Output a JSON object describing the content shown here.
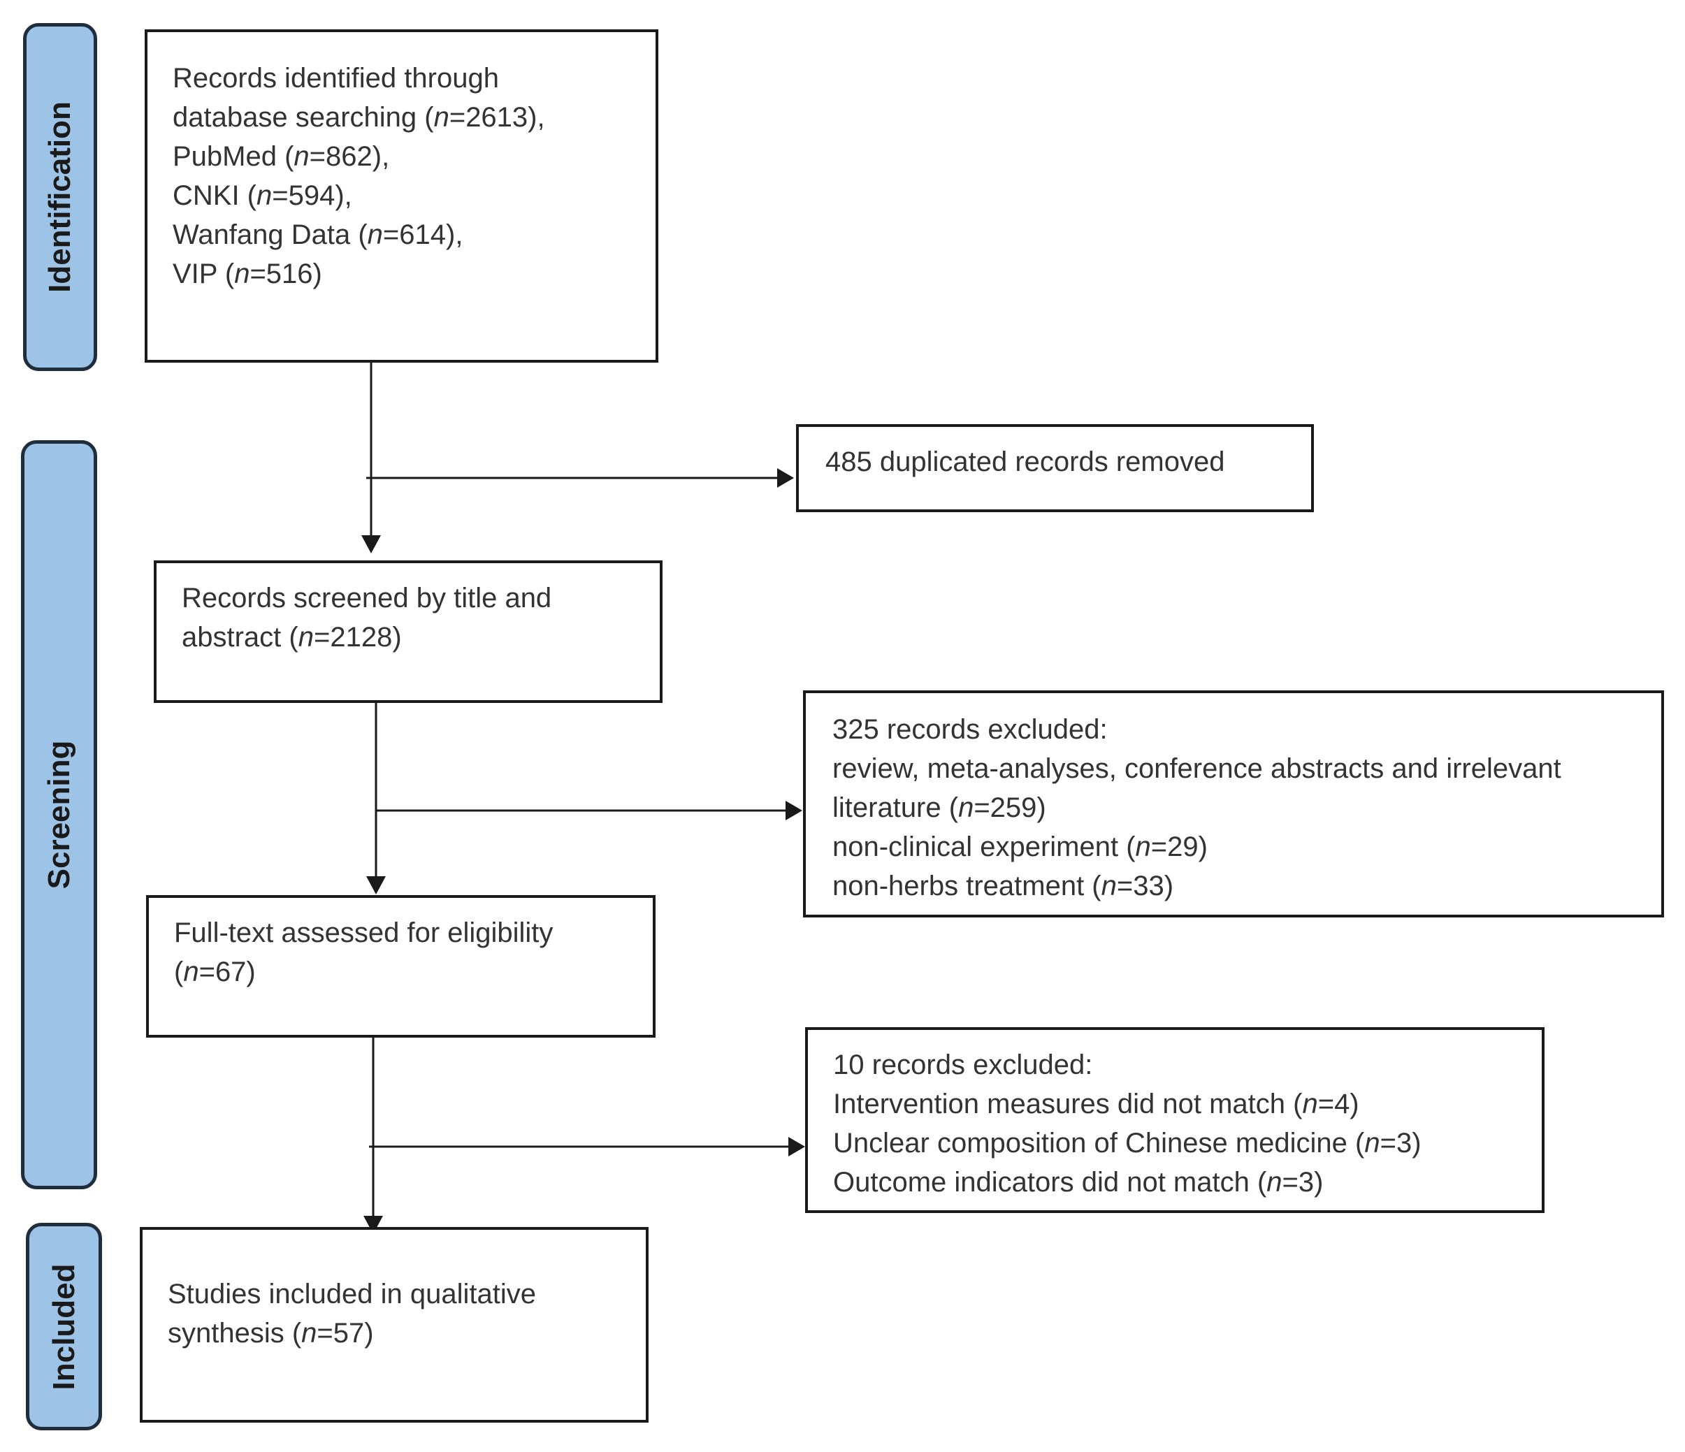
{
  "stages": {
    "identification": "Identification",
    "screening": "Screening",
    "included": "Included"
  },
  "boxes": {
    "identified": {
      "l1": "Records identified through",
      "l2_pre": "database searching (",
      "l2_n": "n",
      "l2_post": "=2613),",
      "l3_pre": "PubMed (",
      "l3_n": "n",
      "l3_post": "=862),",
      "l4_pre": "CNKI (",
      "l4_n": "n",
      "l4_post": "=594),",
      "l5_pre": "Wanfang Data (",
      "l5_n": "n",
      "l5_post": "=614),",
      "l6_pre": "VIP (",
      "l6_n": "n",
      "l6_post": "=516)"
    },
    "duplicates": {
      "l1": "485 duplicated records removed"
    },
    "screened": {
      "l1": "Records screened by title and",
      "l2_pre": "abstract (",
      "l2_n": "n",
      "l2_post": "=2128)"
    },
    "excluded_screen": {
      "l1": "325 records excluded:",
      "l2": "review, meta-analyses, conference abstracts and irrelevant",
      "l3_pre": "literature (",
      "l3_n": "n",
      "l3_post": "=259)",
      "l4_pre": "non-clinical experiment (",
      "l4_n": "n",
      "l4_post": "=29)",
      "l5_pre": "non-herbs treatment (",
      "l5_n": "n",
      "l5_post": "=33)"
    },
    "fulltext": {
      "l1": "Full-text assessed for eligibility",
      "l2_pre": "(",
      "l2_n": "n",
      "l2_post": "=67)"
    },
    "excluded_fulltext": {
      "l1": "10 records excluded:",
      "l2_pre": "Intervention measures did not match (",
      "l2_n": "n",
      "l2_post": "=4)",
      "l3_pre": "Unclear composition of Chinese medicine (",
      "l3_n": "n",
      "l3_post": "=3)",
      "l4_pre": "Outcome indicators did not match (",
      "l4_n": "n",
      "l4_post": "=3)"
    },
    "included": {
      "l1": "Studies included in qualitative",
      "l2_pre": "synthesis (",
      "l2_n": "n",
      "l2_post": "=57)"
    }
  }
}
